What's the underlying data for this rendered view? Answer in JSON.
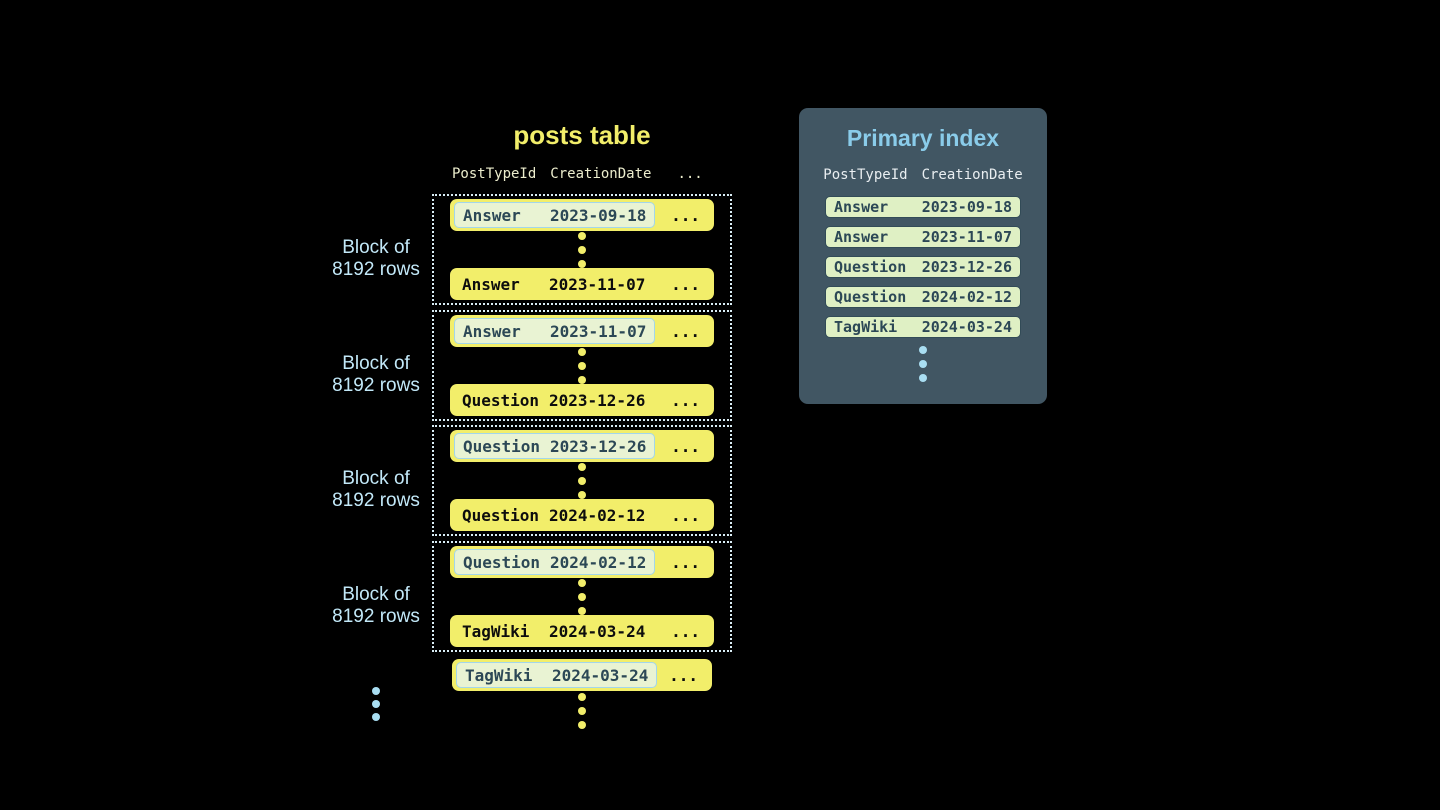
{
  "colors": {
    "yellow": "#f2ee6a",
    "row-text": "#0d0d0d",
    "cream": "#ecedcd",
    "blue-label": "#c2e8f8",
    "dotted": "#d9edf5",
    "hl-bg": "#e9f3d3",
    "hl-border": "#a3d6ea",
    "hl-text": "#2c4856",
    "panel-bg": "#415663",
    "panel-title": "#8accea",
    "panel-header": "#e9eef1",
    "irow-bg": "#dff0c4",
    "irow-border": "#324b57",
    "blue-dot": "#a9def2"
  },
  "posts_table": {
    "title": "posts table",
    "headers": {
      "post_type_id": "PostTypeId",
      "creation_date": "CreationDate",
      "more_columns": "..."
    },
    "ellipsis": "...",
    "block_label": {
      "line1": "Block of",
      "line2": "8192 rows"
    },
    "blocks": [
      {
        "first_row": {
          "post_type": "Answer",
          "creation_date": "2023-09-18"
        },
        "last_row": {
          "post_type": "Answer",
          "creation_date": "2023-11-07"
        }
      },
      {
        "first_row": {
          "post_type": "Answer",
          "creation_date": "2023-11-07"
        },
        "last_row": {
          "post_type": "Question",
          "creation_date": "2023-12-26"
        }
      },
      {
        "first_row": {
          "post_type": "Question",
          "creation_date": "2023-12-26"
        },
        "last_row": {
          "post_type": "Question",
          "creation_date": "2024-02-12"
        }
      },
      {
        "first_row": {
          "post_type": "Question",
          "creation_date": "2024-02-12"
        },
        "last_row": {
          "post_type": "TagWiki",
          "creation_date": "2024-03-24"
        }
      }
    ],
    "next_block_first_row": {
      "post_type": "TagWiki",
      "creation_date": "2024-03-24"
    }
  },
  "primary_index": {
    "title": "Primary index",
    "headers": {
      "post_type_id": "PostTypeId",
      "creation_date": "CreationDate"
    },
    "rows": [
      {
        "post_type": "Answer",
        "creation_date": "2023-09-18"
      },
      {
        "post_type": "Answer",
        "creation_date": "2023-11-07"
      },
      {
        "post_type": "Question",
        "creation_date": "2023-12-26"
      },
      {
        "post_type": "Question",
        "creation_date": "2024-02-12"
      },
      {
        "post_type": "TagWiki",
        "creation_date": "2024-03-24"
      }
    ]
  }
}
